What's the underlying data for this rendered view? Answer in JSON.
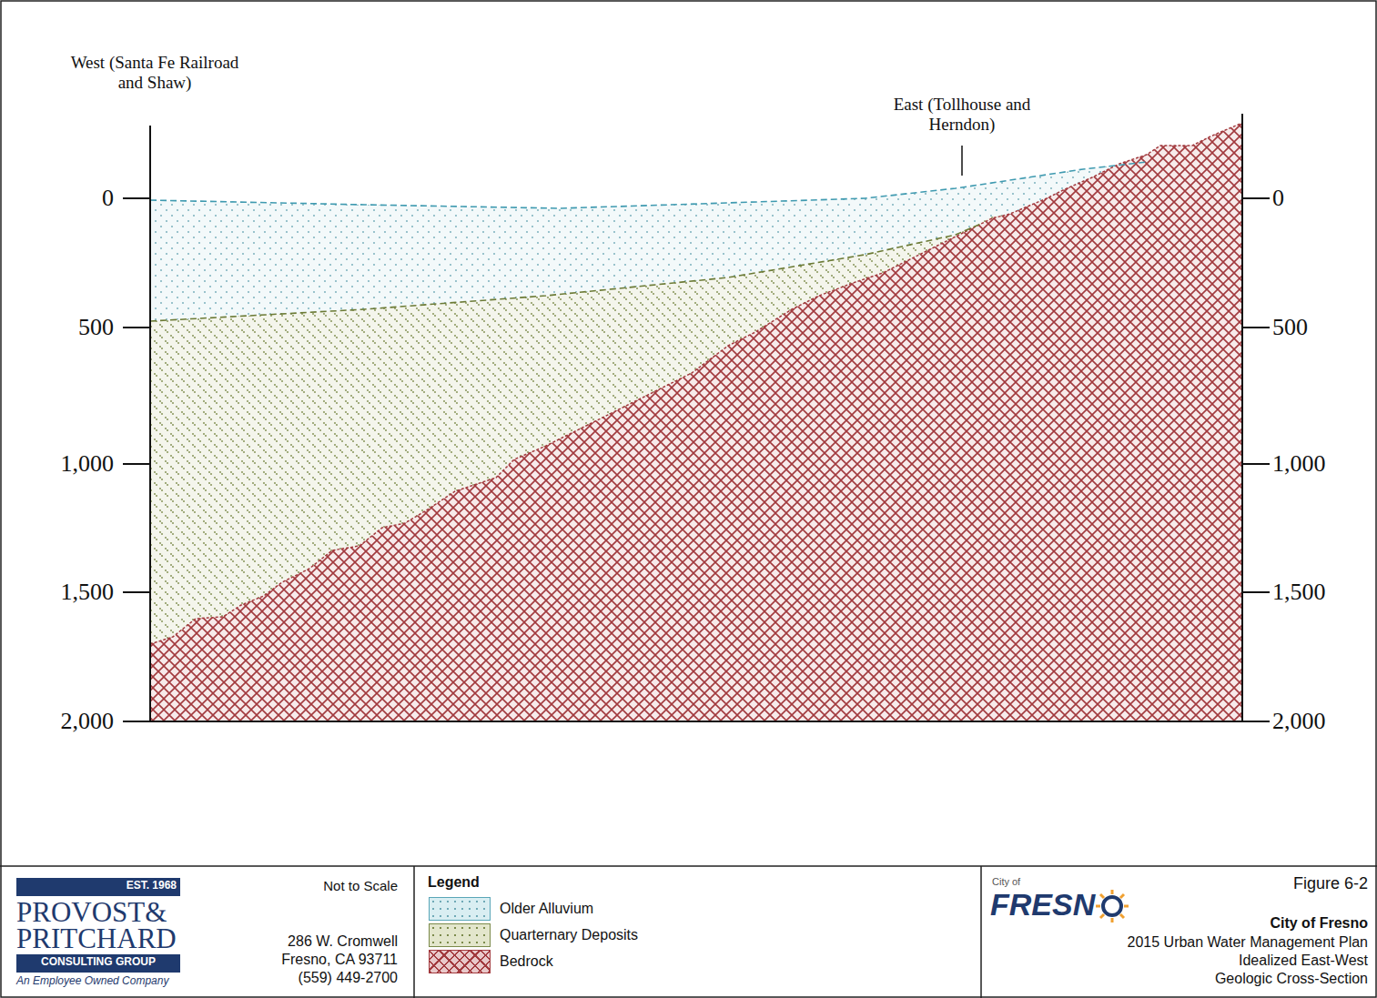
{
  "diagram": {
    "labels": [
      "West (Santa Fe Railroad and Shaw)",
      "East (Tollhouse and Herndon)",
      "0",
      "500",
      "1,000",
      "1,500",
      "2,000",
      "0",
      "500",
      "1,000",
      "1,500",
      "2,000",
      "EST. 1968",
      "PROVOST&",
      "PRITCHARD",
      "CONSULTING GROUP",
      "An Employee Owned Company",
      "Not to Scale",
      "286 W. Cromwell",
      "Fresno, CA 93711",
      "(559) 449-2700",
      "Legend",
      "City of",
      "FRESN",
      "Figure 6-2",
      "City of Fresno",
      "2015 Urban Water Management Plan",
      "Idealized East-West",
      "Geologic Cross-Section"
    ],
    "legend": [
      {
        "text": "Older Alluvium",
        "color": "#d9eef2"
      },
      {
        "text": "Quarternary Deposits",
        "color": "#e3e6cc"
      },
      {
        "text": "Bedrock",
        "color": "#e9c9ca"
      }
    ]
  }
}
